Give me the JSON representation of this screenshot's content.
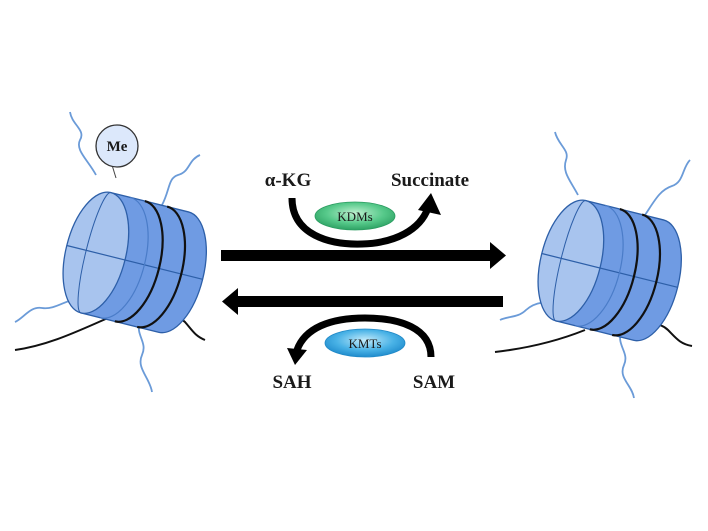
{
  "diagram": {
    "left_nucleosome": {
      "modification_label": "Me"
    },
    "forward_reaction": {
      "substrate": "α-KG",
      "product": "Succinate",
      "enzyme": "KDMs"
    },
    "reverse_reaction": {
      "substrate": "SAM",
      "product": "SAH",
      "enzyme": "KMTs"
    },
    "colors": {
      "nucleosome_fill": "#6f9be3",
      "nucleosome_face": "#a8c4ee",
      "histone_tail": "#6b9bd8",
      "dna": "#111111",
      "arrow": "#000000",
      "kdm_pill": "#3fbf7f",
      "kmt_pill": "#3fa7e0"
    }
  }
}
